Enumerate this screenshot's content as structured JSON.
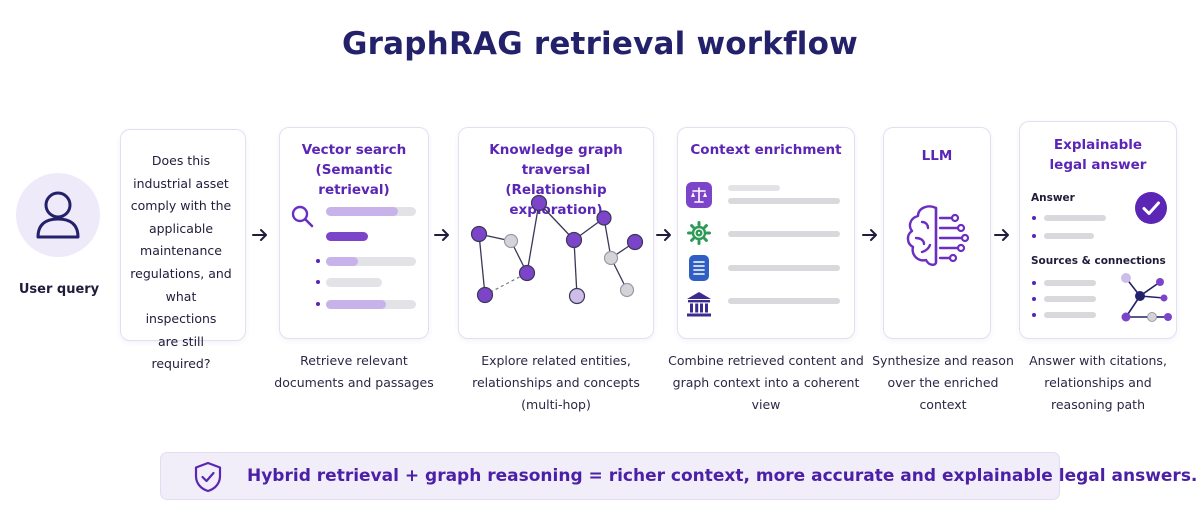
{
  "title": "GraphRAG retrieval workflow",
  "colors": {
    "title": "#24216b",
    "accent": "#5b25b5",
    "node_purple": "#7c45c9",
    "node_light": "#cdbde9",
    "node_grey": "#d4d4d8",
    "bar_purple": "#c7b3ea",
    "bar_grey": "#e3e3e7",
    "banner_bg": "#f1edf9"
  },
  "user_query": {
    "label": "User query",
    "icon": "user-icon",
    "question_lines": [
      "Does this",
      "industrial asset",
      "comply with the",
      "applicable",
      "maintenance",
      "regulations, and",
      "what inspections",
      "are still required?"
    ]
  },
  "steps": [
    {
      "id": "vector",
      "title_lines": [
        "Vector search",
        "(Semantic retrieval)"
      ],
      "caption_lines": [
        "Retrieve relevant",
        "documents and passages"
      ],
      "icon": "magnifier-icon"
    },
    {
      "id": "graph",
      "title_lines": [
        "Knowledge graph traversal",
        "(Relationship exploration)"
      ],
      "caption_lines": [
        "Explore related entities,",
        "relationships and concepts",
        "(multi-hop)"
      ],
      "icon": "graph-network-icon"
    },
    {
      "id": "context",
      "title_lines": [
        "Context enrichment"
      ],
      "caption_lines": [
        "Combine retrieved content and",
        "graph context into a coherent view"
      ],
      "row_icons": [
        "scales-icon",
        "gear-icon",
        "document-icon",
        "courthouse-icon"
      ]
    },
    {
      "id": "llm",
      "title_lines": [
        "LLM"
      ],
      "caption_lines": [
        "Synthesize and reason",
        "over the enriched context"
      ],
      "icon": "brain-circuit-icon"
    },
    {
      "id": "answer",
      "title_lines": [
        "Explainable",
        "legal answer"
      ],
      "caption_lines": [
        "Answer with citations,",
        "relationships and",
        "reasoning path"
      ],
      "answer_label": "Answer",
      "sources_label": "Sources & connections",
      "icon": "check-badge-icon"
    }
  ],
  "banner": {
    "text": "Hybrid retrieval + graph reasoning = richer context, more accurate and explainable legal answers.",
    "icon": "shield-check-icon"
  }
}
